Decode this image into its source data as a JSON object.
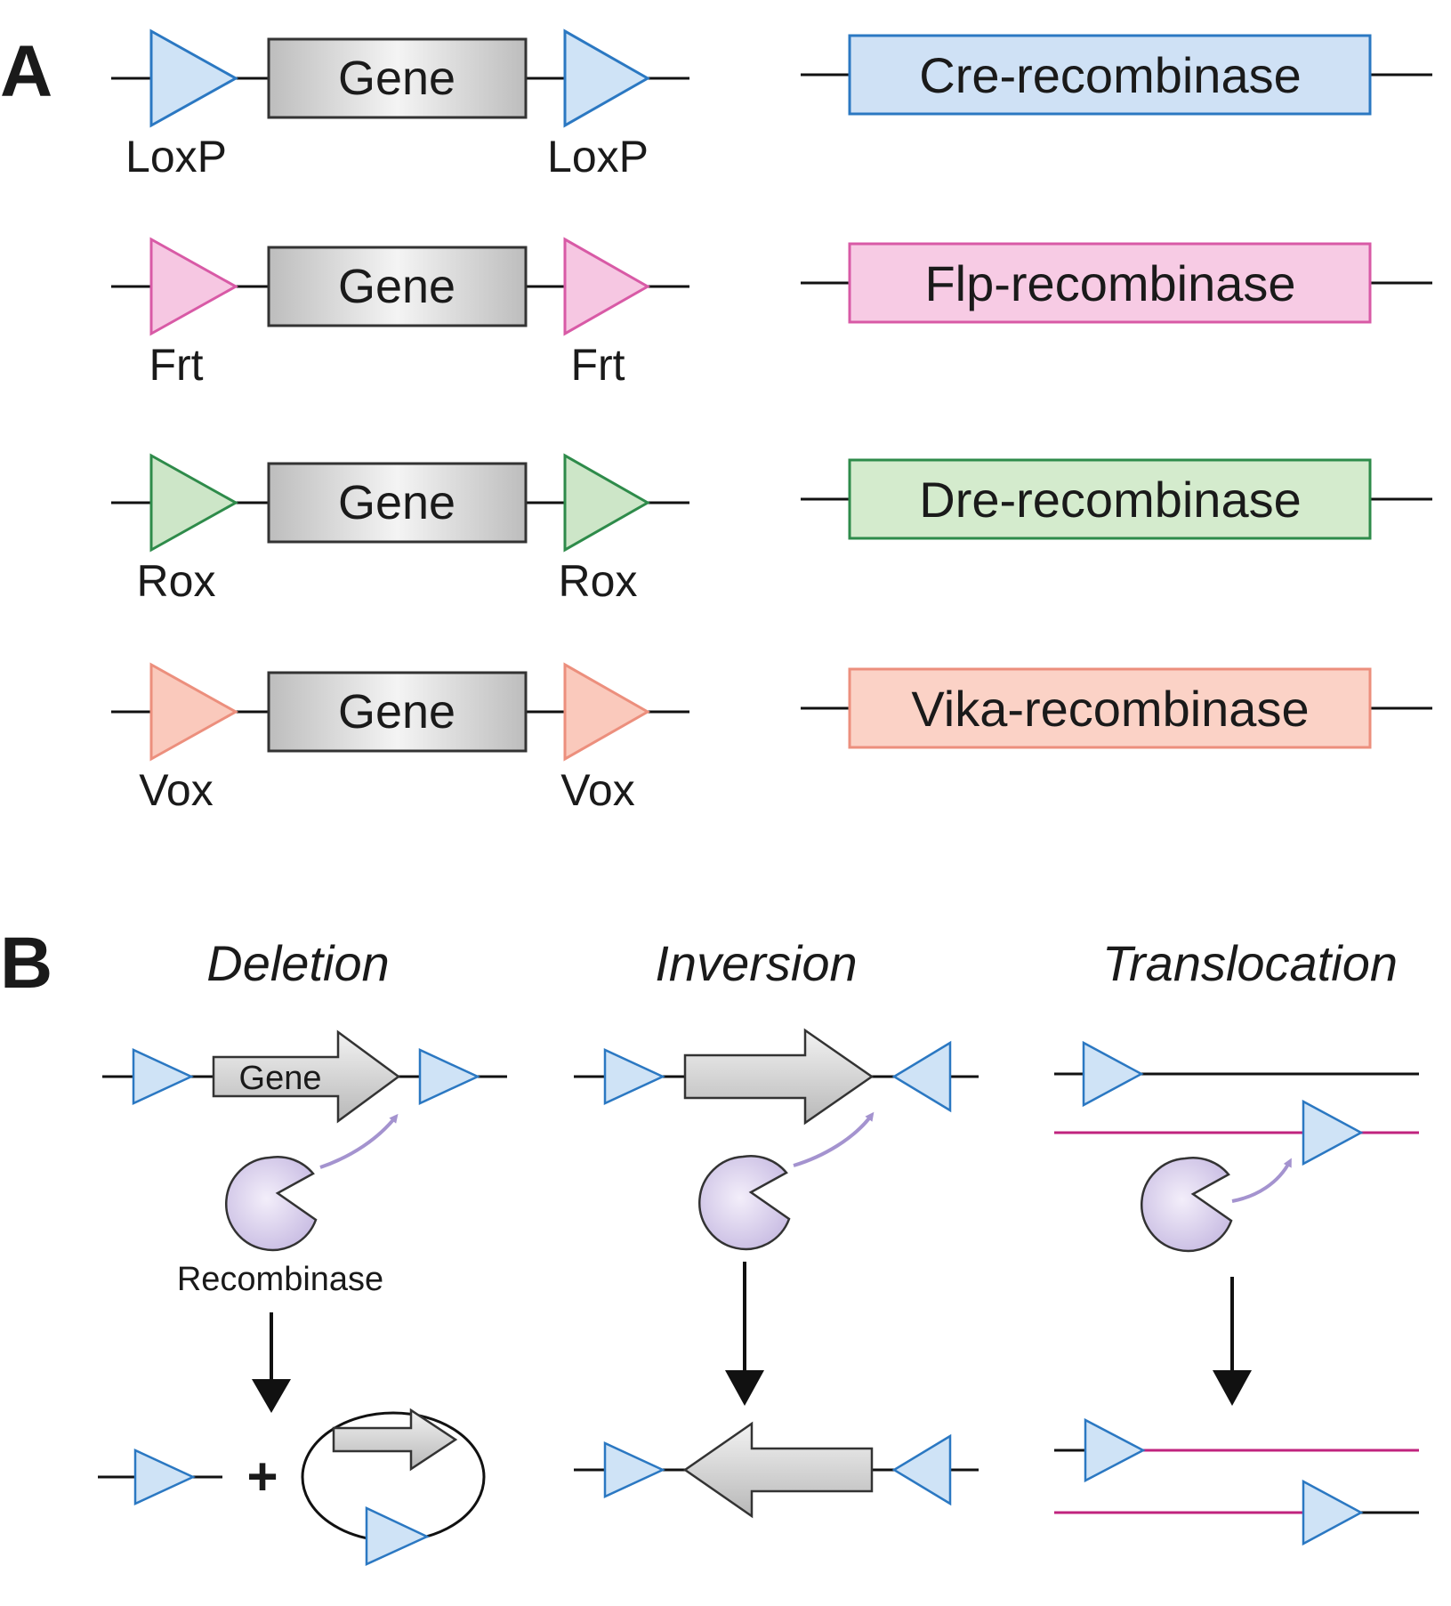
{
  "panel_a": {
    "letter": "A",
    "gene_label": "Gene",
    "rows": [
      {
        "site": "LoxP",
        "recombinase": "Cre-recombinase",
        "site_fill": "#cfe3f6",
        "site_stroke": "#2b78c2",
        "box_fill": "#cfe1f5",
        "box_stroke": "#2b78c2"
      },
      {
        "site": "Frt",
        "recombinase": "Flp-recombinase",
        "site_fill": "#f6c7e2",
        "site_stroke": "#d85aa6",
        "box_fill": "#f7cbe4",
        "box_stroke": "#d85aa6"
      },
      {
        "site": "Rox",
        "recombinase": "Dre-recombinase",
        "site_fill": "#cde6c8",
        "site_stroke": "#2e8b4a",
        "box_fill": "#d4ebcd",
        "box_stroke": "#2e8b4a"
      },
      {
        "site": "Vox",
        "recombinase": "Vika-recombinase",
        "site_fill": "#fac9bc",
        "site_stroke": "#ec8f7d",
        "box_fill": "#fbd2c6",
        "box_stroke": "#ec8f7d"
      }
    ]
  },
  "panel_b": {
    "letter": "B",
    "deletion_title": "Deletion",
    "inversion_title": "Inversion",
    "translocation_title": "Translocation",
    "gene_label": "Gene",
    "recombinase_label": "Recombinase",
    "plus_sign": "+",
    "colors": {
      "site_fill": "#cfe3f6",
      "site_stroke": "#2b78c2",
      "enzyme_fill": "#ddd3ee",
      "enzyme_stroke": "#333333",
      "curved_arrow": "#a493cf",
      "magenta_line": "#c0237e",
      "dna_line": "#111111"
    }
  }
}
